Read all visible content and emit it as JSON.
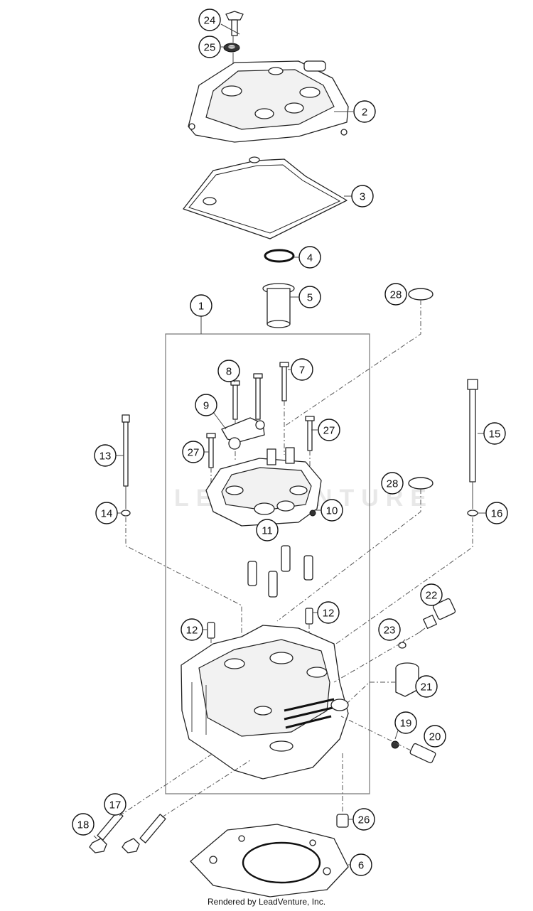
{
  "watermark": "LEADVENTURE",
  "footer": "Rendered by LeadVenture, Inc.",
  "callouts": [
    "24",
    "25",
    "2",
    "3",
    "4",
    "5",
    "1",
    "28",
    "8",
    "7",
    "9",
    "27",
    "27",
    "13",
    "15",
    "28",
    "10",
    "14",
    "16",
    "11",
    "12",
    "12",
    "22",
    "23",
    "21",
    "19",
    "20",
    "17",
    "18",
    "26",
    "6"
  ]
}
